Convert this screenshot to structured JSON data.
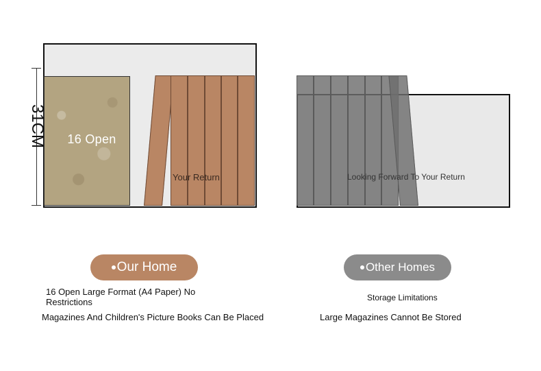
{
  "left_panel": {
    "board_label": "16 Open",
    "caption": "Your Return",
    "ruler_label": "31CM",
    "button_label": "Our Home",
    "description_line1": "16 Open Large Format (A4 Paper) No Restrictions",
    "description_line2": "Magazines And Children's Picture Books Can Be Placed"
  },
  "right_panel": {
    "caption": "Looking Forward To Your Return",
    "button_label": "Other Homes",
    "description_line1": "Storage Limitations",
    "description_line2": "Large Magazines Cannot Be Stored"
  },
  "colors": {
    "brown": "#b98664",
    "gray": "#8b8b8b",
    "board": "#b3a481"
  }
}
